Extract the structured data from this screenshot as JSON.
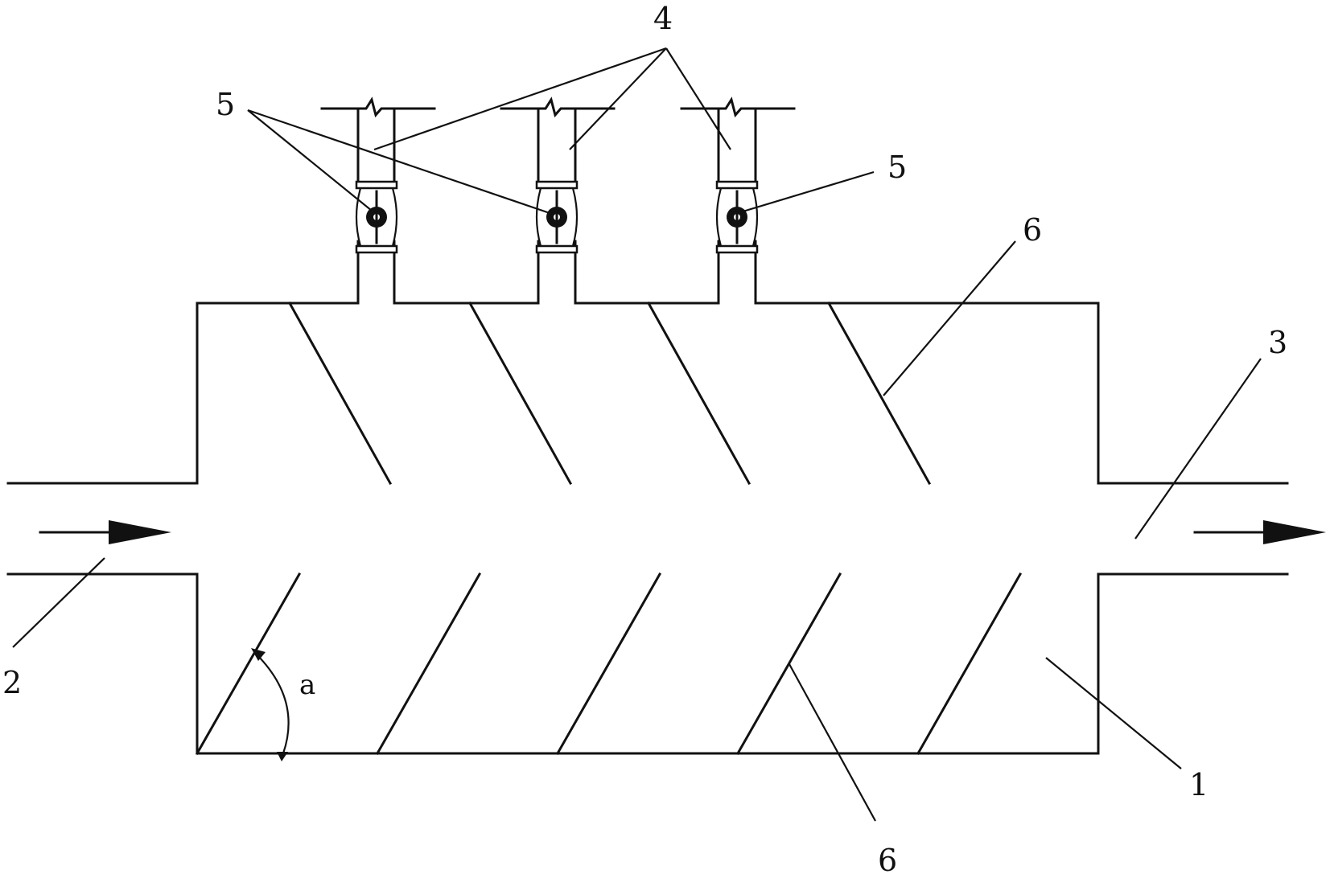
{
  "labels": {
    "housing": "1",
    "inlet": "2",
    "outlet": "3",
    "branch_pipes": "4",
    "valves_left": "5",
    "valve_right": "5",
    "baffle_top": "6",
    "baffle_bottom": "6",
    "angle": "a"
  }
}
